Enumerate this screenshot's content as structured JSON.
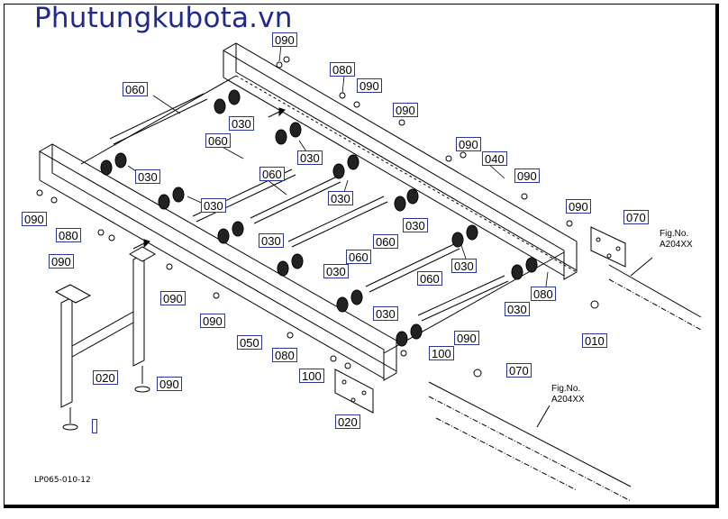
{
  "watermark": "Phutungkubota.vn",
  "diagram_code": "LP065-010-12",
  "figure_refs": [
    {
      "line1": "Fig.No.",
      "line2": "A204XX"
    },
    {
      "line1": "Fig.No.",
      "line2": "A204XX"
    }
  ],
  "labels": [
    {
      "id": "lbl-090-top",
      "text": "090"
    },
    {
      "id": "lbl-080-a",
      "text": "080"
    },
    {
      "id": "lbl-090-b",
      "text": "090"
    },
    {
      "id": "lbl-060-a",
      "text": "060"
    },
    {
      "id": "lbl-030-a",
      "text": "030"
    },
    {
      "id": "lbl-090-c",
      "text": "090"
    },
    {
      "id": "lbl-060-b",
      "text": "060"
    },
    {
      "id": "lbl-030-b",
      "text": "030"
    },
    {
      "id": "lbl-090-d",
      "text": "090"
    },
    {
      "id": "lbl-040",
      "text": "040"
    },
    {
      "id": "lbl-030-c",
      "text": "030"
    },
    {
      "id": "lbl-060-c",
      "text": "060"
    },
    {
      "id": "lbl-090-e",
      "text": "090"
    },
    {
      "id": "lbl-030-d",
      "text": "030"
    },
    {
      "id": "lbl-090-f",
      "text": "090"
    },
    {
      "id": "lbl-030-e",
      "text": "030"
    },
    {
      "id": "lbl-030-f",
      "text": "030"
    },
    {
      "id": "lbl-090-g",
      "text": "090"
    },
    {
      "id": "lbl-070-a",
      "text": "070"
    },
    {
      "id": "lbl-080-b",
      "text": "080"
    },
    {
      "id": "lbl-030-g",
      "text": "030"
    },
    {
      "id": "lbl-060-d",
      "text": "060"
    },
    {
      "id": "lbl-060-e",
      "text": "060"
    },
    {
      "id": "lbl-090-h",
      "text": "090"
    },
    {
      "id": "lbl-030-h",
      "text": "030"
    },
    {
      "id": "lbl-030-i",
      "text": "030"
    },
    {
      "id": "lbl-080-c",
      "text": "080"
    },
    {
      "id": "lbl-090-i",
      "text": "090"
    },
    {
      "id": "lbl-060-f",
      "text": "060"
    },
    {
      "id": "lbl-090-j",
      "text": "090"
    },
    {
      "id": "lbl-030-j",
      "text": "030"
    },
    {
      "id": "lbl-030-k",
      "text": "030"
    },
    {
      "id": "lbl-050",
      "text": "050"
    },
    {
      "id": "lbl-090-k",
      "text": "090"
    },
    {
      "id": "lbl-080-d",
      "text": "080"
    },
    {
      "id": "lbl-100-a",
      "text": "100"
    },
    {
      "id": "lbl-010",
      "text": "010"
    },
    {
      "id": "lbl-020-a",
      "text": "020"
    },
    {
      "id": "lbl-090-l",
      "text": "090"
    },
    {
      "id": "lbl-100-b",
      "text": "100"
    },
    {
      "id": "lbl-070-b",
      "text": "070"
    },
    {
      "id": "lbl-020-b",
      "text": "020"
    }
  ]
}
